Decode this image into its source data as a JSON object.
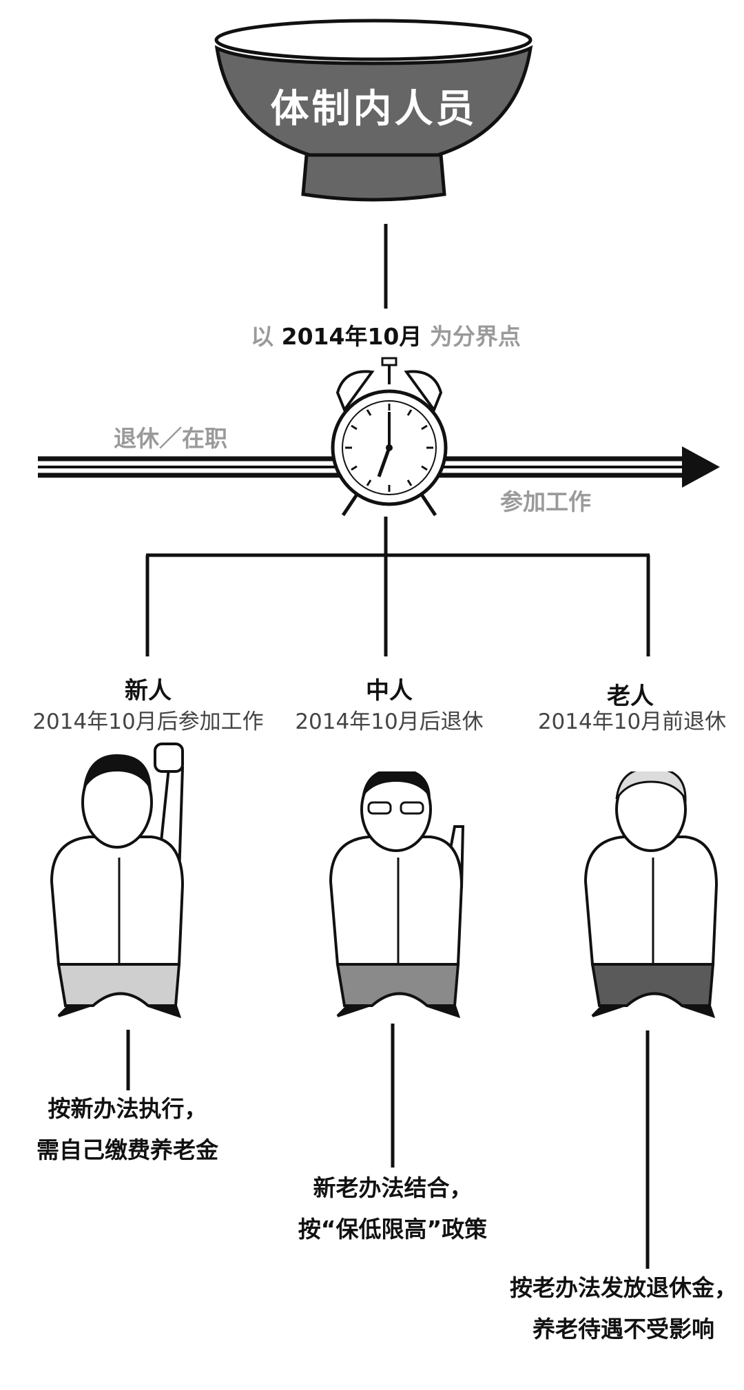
{
  "bowl": {
    "label": "体制内人员"
  },
  "timeline": {
    "boundary_prefix": "以",
    "boundary_date": "2014年10月",
    "boundary_suffix": "为分界点",
    "left_label": "退休／在职",
    "right_label": "参加工作"
  },
  "groups": [
    {
      "name": "新人",
      "desc": "2014年10月后参加工作",
      "outcome": [
        "按新办法执行，",
        "需自己缴费养老金"
      ],
      "pants_color": "#cfcfcf"
    },
    {
      "name": "中人",
      "desc": "2014年10月后退休",
      "outcome": [
        "新老办法结合，",
        "按“保低限高”政策"
      ],
      "pants_color": "#8a8a8a"
    },
    {
      "name": "老人",
      "desc": "2014年10月前退休",
      "outcome": [
        "按老办法发放退休金，",
        "养老待遇不受影响"
      ],
      "pants_color": "#5a5a5a"
    }
  ],
  "colors": {
    "bowl": "#666666",
    "line": "#111111",
    "label_gray": "#9a9a9a"
  },
  "icons": [
    "rice-bowl-icon",
    "alarm-clock-icon",
    "arrow-right-icon",
    "person-illustration-icon"
  ]
}
